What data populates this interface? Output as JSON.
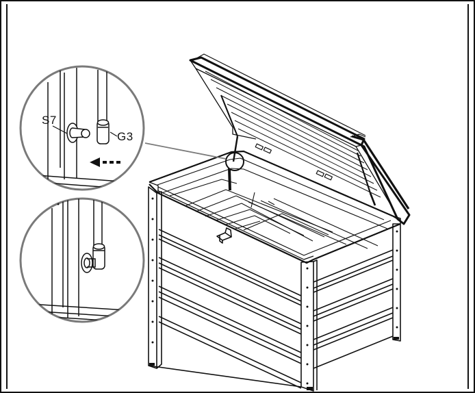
{
  "callouts": {
    "part_s7": "S7",
    "part_g3": "G3"
  },
  "icons": {
    "direction_arrow": "dashed-left-arrow",
    "lid_hinge": "hinge-icon"
  },
  "colors": {
    "line": "#111111",
    "background": "#ffffff",
    "shade": "#7a7a7a",
    "light_shade": "#d9d9d9"
  }
}
